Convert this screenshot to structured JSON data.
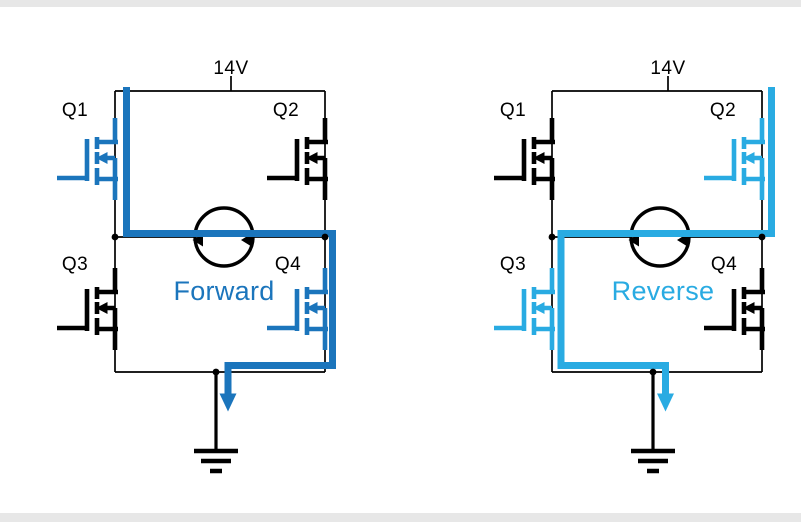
{
  "colors": {
    "forward_highlight": "#1B75BC",
    "reverse_highlight": "#29ABE2",
    "wire": "#000000",
    "background": "#FFFFFF",
    "edge_bars": "#E7E7E7"
  },
  "diagrams": [
    {
      "name": "forward",
      "supply_label": "14V",
      "direction_label": "Forward",
      "transistor_labels": [
        "Q1",
        "Q2",
        "Q3",
        "Q4"
      ],
      "active_transistors": [
        "Q1",
        "Q4"
      ]
    },
    {
      "name": "reverse",
      "supply_label": "14V",
      "direction_label": "Reverse",
      "transistor_labels": [
        "Q1",
        "Q2",
        "Q3",
        "Q4"
      ],
      "active_transistors": [
        "Q2",
        "Q3"
      ]
    }
  ]
}
